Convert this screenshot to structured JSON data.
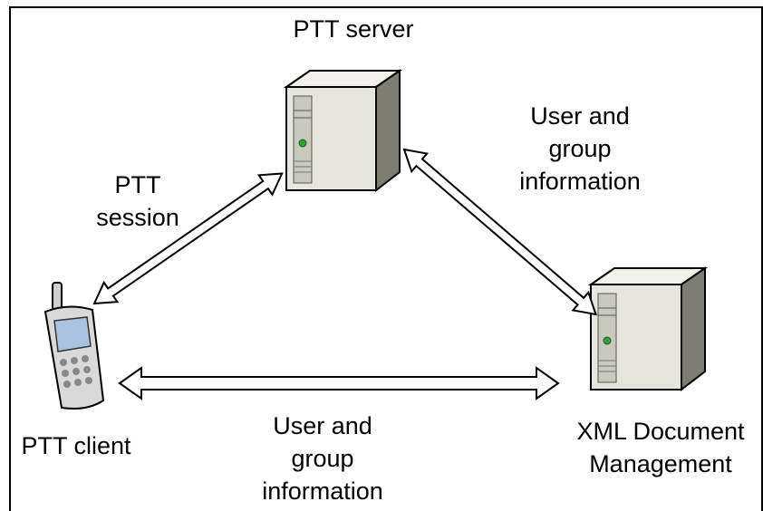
{
  "nodes": {
    "server": {
      "label": "PTT server"
    },
    "client": {
      "label": "PTT client"
    },
    "xdm": {
      "label_lines": [
        "XML Document",
        "Management"
      ]
    }
  },
  "edges": {
    "session": {
      "label_lines": [
        "PTT",
        "session"
      ]
    },
    "server_xdm": {
      "label_lines": [
        "User and",
        "group",
        "information"
      ]
    },
    "client_xdm": {
      "label_lines": [
        "User and",
        "group",
        "information"
      ]
    }
  },
  "colors": {
    "line": "#000000",
    "arrow_fill": "#ffffff",
    "tower_light": "#f2f2ea",
    "tower_mid": "#c9c9bd",
    "tower_dark": "#7d7d72",
    "phone_body": "#cfcfcf",
    "phone_screen": "#a9c3e0",
    "led_green": "#2e9e3e"
  }
}
